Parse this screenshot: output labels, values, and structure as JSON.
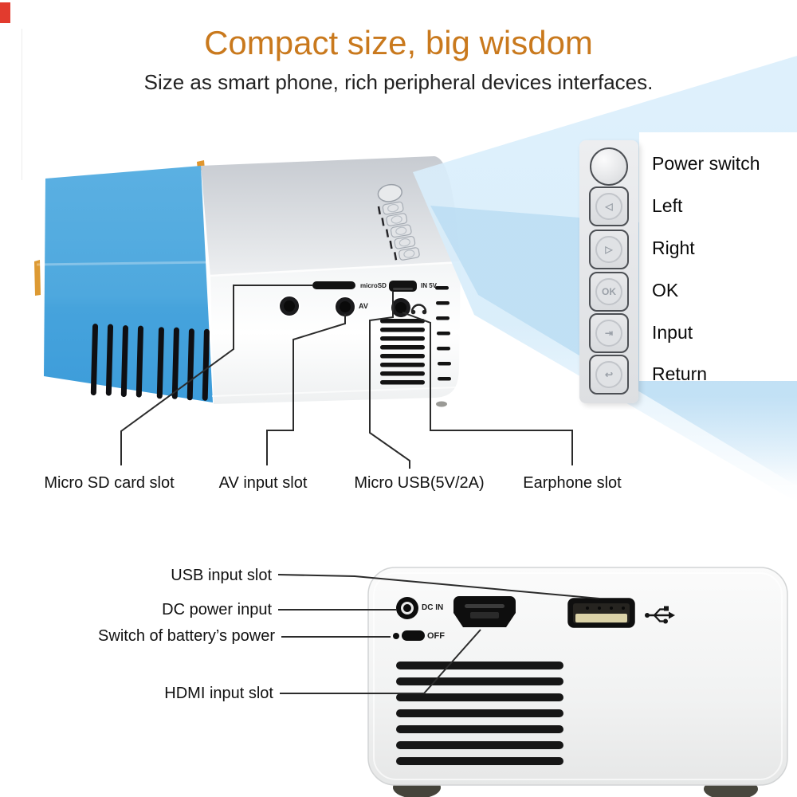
{
  "header": {
    "title": "Compact size, big wisdom",
    "subtitle": "Size as smart phone, rich peripheral devices interfaces."
  },
  "colors": {
    "accent_orange": "#c9791d",
    "device_blue": "#4fa8dd",
    "beam_blue": "#d9eefb",
    "usb_tab_cream": "#dcd3a8",
    "callout_line": "#2b2b2b"
  },
  "top_view": {
    "control_panel": {
      "buttons": [
        {
          "label": "Power switch",
          "glyph": ""
        },
        {
          "label": "Left",
          "glyph": "◁"
        },
        {
          "label": "Right",
          "glyph": "▷"
        },
        {
          "label": "OK",
          "glyph": "OK"
        },
        {
          "label": "Input",
          "glyph": "⇥"
        },
        {
          "label": "Return",
          "glyph": "↩"
        }
      ]
    },
    "port_labels": {
      "micro_sd": "microSD",
      "power_in": "IN 5V",
      "av": "AV"
    },
    "callouts": [
      {
        "label": "Micro SD card slot"
      },
      {
        "label": "AV input slot"
      },
      {
        "label": "Micro USB(5V/2A)"
      },
      {
        "label": "Earphone slot"
      }
    ]
  },
  "rear_view": {
    "port_labels": {
      "dc_in": "DC IN",
      "battery_switch": "OFF"
    },
    "callouts": [
      {
        "label": "USB input slot"
      },
      {
        "label": "DC power input"
      },
      {
        "label": "Switch of battery’s power"
      },
      {
        "label": "HDMI input slot"
      }
    ]
  }
}
